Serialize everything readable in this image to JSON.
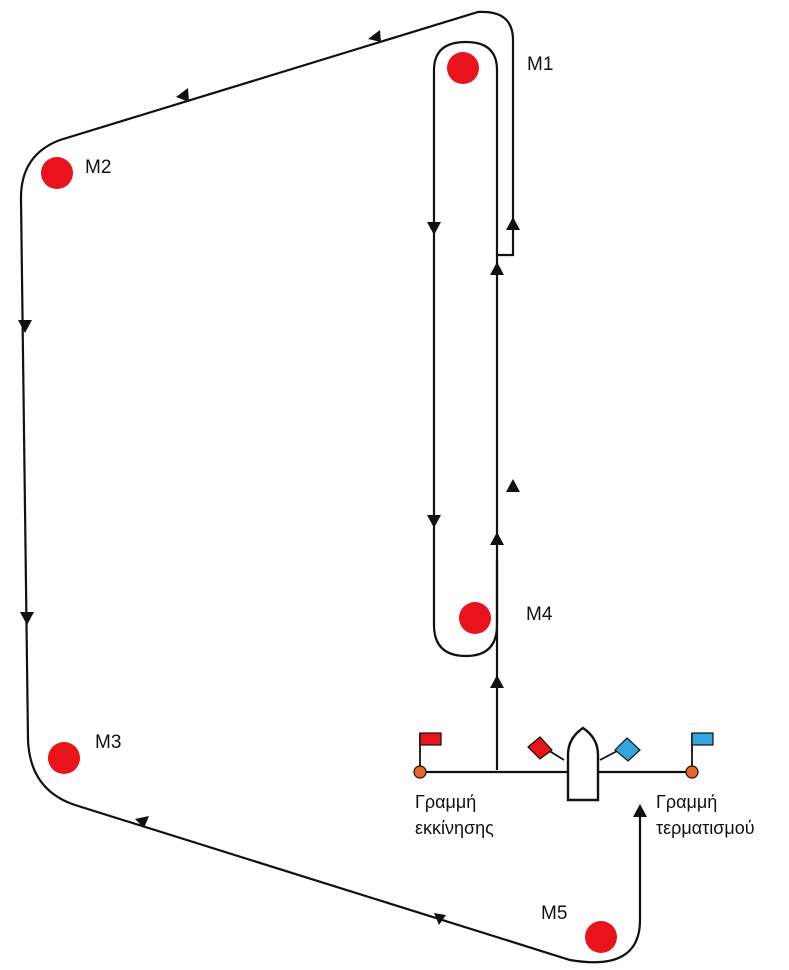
{
  "colors": {
    "line": "#111111",
    "mark": "#e8131b",
    "flag_red": "#e8131b",
    "flag_blue": "#33a6de",
    "buoy": "#e8662e"
  },
  "marks": [
    {
      "id": "m1",
      "label": "M1"
    },
    {
      "id": "m2",
      "label": "M2"
    },
    {
      "id": "m3",
      "label": "M3"
    },
    {
      "id": "m4",
      "label": "M4"
    },
    {
      "id": "m5",
      "label": "M5"
    }
  ],
  "start_line": {
    "line1": "Γραμμή",
    "line2": "εκκίνησης"
  },
  "finish_line": {
    "line1": "Γραμμή",
    "line2": "τερματισμού"
  },
  "icons": [
    "start-flag-icon",
    "finish-flag-icon",
    "committee-boat-icon",
    "arrow-icon"
  ]
}
